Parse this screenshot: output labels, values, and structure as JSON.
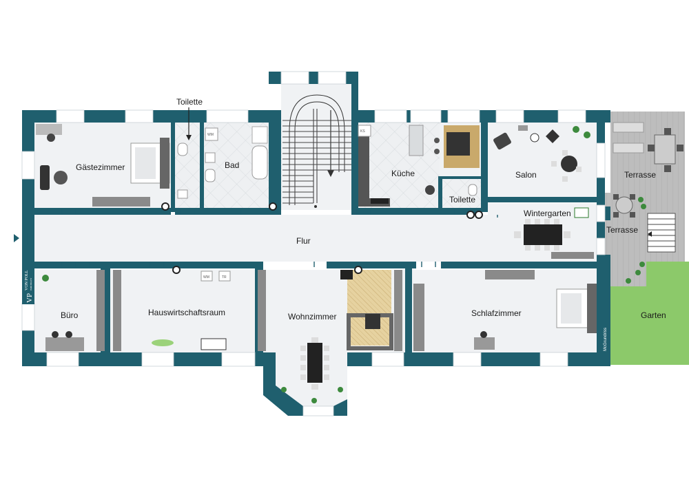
{
  "rooms": {
    "gaestezimmer": "Gästezimmer",
    "toilette_oben": "Toilette",
    "bad": "Bad",
    "kueche": "Küche",
    "toilette_kueche": "Toilette",
    "salon": "Salon",
    "terrasse_oben": "Terrasse",
    "wintergarten": "Wintergarten",
    "terrasse_mitte": "Terrasse",
    "flur": "Flur",
    "buero": "Büro",
    "hauswirtschaftsraum": "Hauswirtschaftsraum",
    "wohnzimmer": "Wohnzimmer",
    "schlafzimmer": "Schlafzimmer",
    "garten": "Garten"
  },
  "appliances": {
    "wm": "WM",
    "tr": "TR",
    "wm_bad": "WM",
    "ks": "KS"
  },
  "logo": {
    "initials": "VP",
    "name": "VON POLL",
    "sub": "IMMOBILIEN"
  },
  "watermark": "McGrundriss",
  "colors": {
    "wall": "#1f5f6e",
    "floor": "#f0f2f4",
    "deck": "#b9b9b9",
    "lawn": "#8cc96a",
    "window": "#ffffff"
  }
}
